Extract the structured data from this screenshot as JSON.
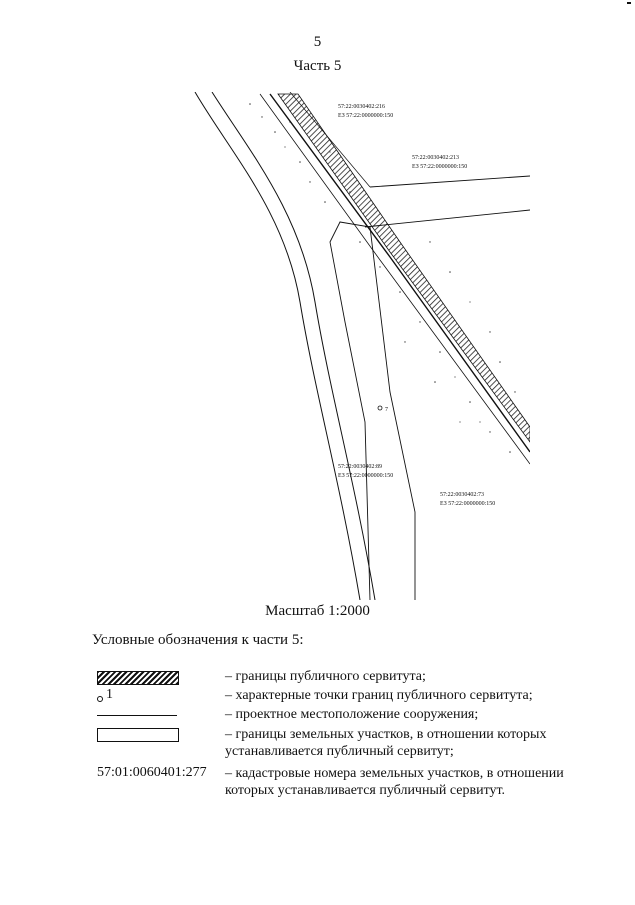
{
  "header": {
    "page_number": "5",
    "part_title": "Часть 5"
  },
  "map": {
    "labels": [
      {
        "id": "lbl-216",
        "line1": "57:22:0030402:216",
        "line2": "ЕЗ 57:22:0000000:150"
      },
      {
        "id": "lbl-213",
        "line1": "57:22:0030402:213",
        "line2": "ЕЗ 57:22:0000000:150"
      },
      {
        "id": "lbl-89",
        "line1": "57:22:0030402:89",
        "line2": "ЕЗ 57:22:0000000:150"
      },
      {
        "id": "lbl-73",
        "line1": "57:22:0030402:73",
        "line2": "ЕЗ 57:22:0000000:150"
      }
    ],
    "point_label": "7"
  },
  "scale": "Масштаб 1:2000",
  "legend": {
    "title": "Условные обозначения к части 5:",
    "items": [
      {
        "symbol": "hatched-box",
        "text": "– границы публичного сервитута;"
      },
      {
        "symbol": "point",
        "symbol_text": "1",
        "text": "– характерные точки границ публичного сервитута;"
      },
      {
        "symbol": "line",
        "text": "– проектное местоположение сооружения;"
      },
      {
        "symbol": "box",
        "text": "– границы земельных участков, в отношении которых устанавливается публичный сервитут;"
      },
      {
        "symbol": "text",
        "symbol_text": "57:01:0060401:277",
        "text": "– кадастровые номера земельных участков, в отношении которых устанавливается публичный сервитут."
      }
    ]
  }
}
